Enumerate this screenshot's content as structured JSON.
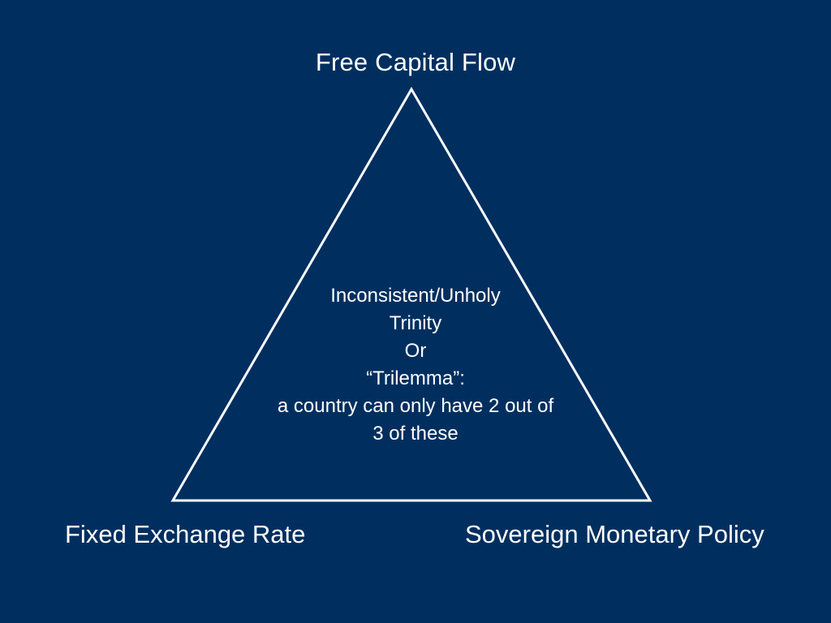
{
  "diagram": {
    "vertices": {
      "top": "Free Capital Flow",
      "bottom_left": "Fixed Exchange Rate",
      "bottom_right": "Sovereign Monetary Policy"
    },
    "center_lines": [
      "Inconsistent/Unholy",
      "Trinity",
      "Or",
      "“Trilemma”:",
      "a country can only have 2 out of",
      "3 of these"
    ]
  },
  "colors": {
    "background": "#002F5F",
    "foreground": "#FFFFFF"
  }
}
